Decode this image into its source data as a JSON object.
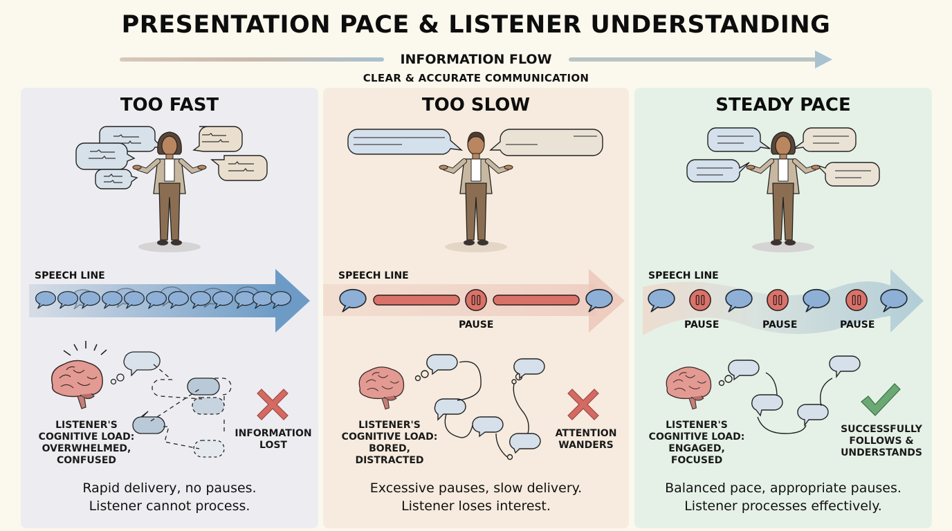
{
  "title": "PRESENTATION PACE & LISTENER UNDERSTANDING",
  "flow": {
    "label": "INFORMATION FLOW",
    "sublabel": "CLEAR & ACCURATE COMMUNICATION"
  },
  "colors": {
    "background": "#fbf8ee",
    "panel_fast": "#ededf1",
    "panel_slow": "#f6ebde",
    "panel_steady": "#e5f1e7",
    "bubble_blue": "#8fb0d6",
    "pause_red": "#d9736a",
    "cross_red": "#d46a62",
    "check_green": "#6aa874",
    "brain_pink": "#e39a92"
  },
  "panels": [
    {
      "id": "too-fast",
      "title": "TOO FAST",
      "speech_line_label": "SPEECH LINE",
      "pause_labels": [],
      "cognitive_load": [
        "LISTENER'S",
        "COGNITIVE LOAD:",
        "OVERWHELMED,",
        "CONFUSED"
      ],
      "outcome_icon": "cross-icon",
      "outcome": [
        "INFORMATION",
        "LOST"
      ],
      "summary": [
        "Rapid delivery, no pauses.",
        "Listener cannot process."
      ]
    },
    {
      "id": "too-slow",
      "title": "TOO SLOW",
      "speech_line_label": "SPEECH LINE",
      "pause_labels": [
        "PAUSE"
      ],
      "cognitive_load": [
        "LISTENER'S",
        "COGNITIVE LOAD:",
        "BORED,",
        "DISTRACTED"
      ],
      "outcome_icon": "cross-icon",
      "outcome": [
        "ATTENTION",
        "WANDERS"
      ],
      "summary": [
        "Excessive pauses, slow delivery.",
        "Listener loses interest."
      ]
    },
    {
      "id": "steady-pace",
      "title": "STEADY PACE",
      "speech_line_label": "SPEECH LINE",
      "pause_labels": [
        "PAUSE",
        "PAUSE",
        "PAUSE"
      ],
      "cognitive_load": [
        "LISTENER'S",
        "COGNITIVE LOAD:",
        "ENGAGED,",
        "FOCUSED"
      ],
      "outcome_icon": "checkmark-icon",
      "outcome": [
        "SUCCESSFULLY",
        "FOLLOWS &",
        "UNDERSTANDS"
      ],
      "summary": [
        "Balanced pace, appropriate pauses.",
        "Listener processes effectively."
      ]
    }
  ]
}
